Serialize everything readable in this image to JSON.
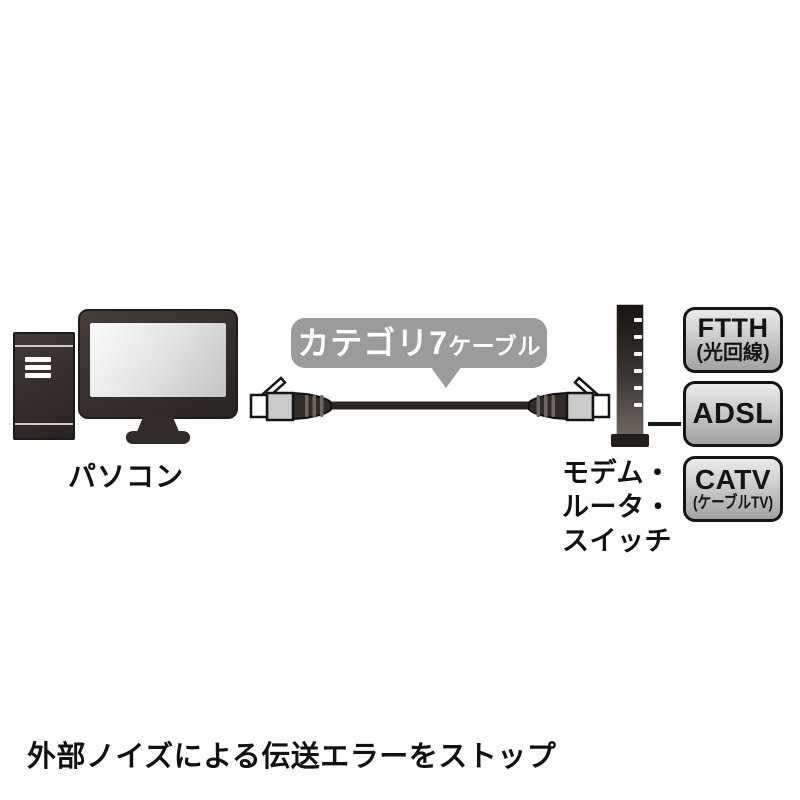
{
  "diagram": {
    "pc_label": "パソコン",
    "bubble": {
      "main": "カテゴリ7",
      "sub": "ケーブル"
    },
    "router_label_lines": [
      "モデム・",
      "ルータ・",
      "スイッチ"
    ],
    "services": [
      {
        "name": "FTTH",
        "sub": "(光回線)"
      },
      {
        "name": "ADSL"
      },
      {
        "name": "CATV",
        "sub": "(ケーブルTV)"
      }
    ],
    "caption": "外部ノイズによる伝送エラーをストップ"
  },
  "colors": {
    "background": "#ffffff",
    "device_dark": "#332b28",
    "bubble_gray": "#9b9b9b",
    "connector_gray": "#cbcbcb",
    "box_border": "#141414",
    "box_gradient_top": "#eaeaea",
    "box_gradient_bottom": "#a2a2a2",
    "text_black": "#111111",
    "led_white": "#ffffff"
  }
}
